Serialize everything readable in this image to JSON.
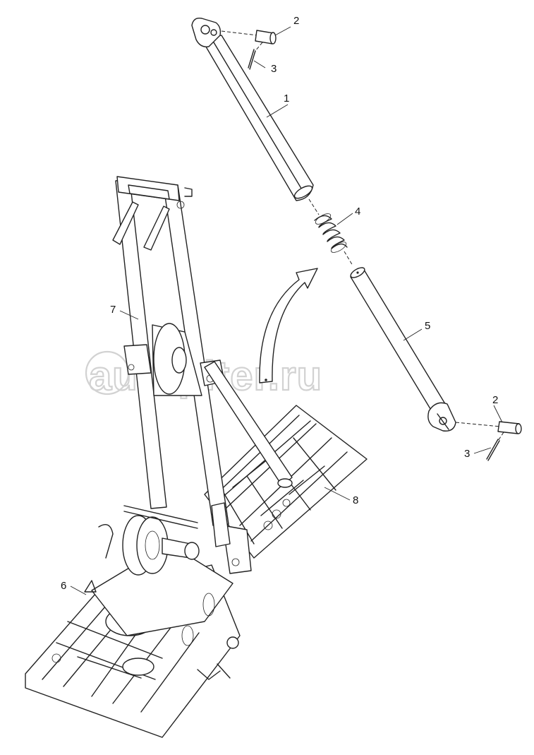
{
  "watermark": {
    "text": "autopiter.ru",
    "color": "#d2d2d2"
  },
  "callouts": [
    {
      "id": "c1",
      "label": "1"
    },
    {
      "id": "c2a",
      "label": "2"
    },
    {
      "id": "c3a",
      "label": "3"
    },
    {
      "id": "c4",
      "label": "4"
    },
    {
      "id": "c5",
      "label": "5"
    },
    {
      "id": "c2b",
      "label": "2"
    },
    {
      "id": "c3b",
      "label": "3"
    },
    {
      "id": "c6",
      "label": "6"
    },
    {
      "id": "c7",
      "label": "7"
    },
    {
      "id": "c8",
      "label": "8"
    }
  ],
  "colors": {
    "line": "#222222",
    "background": "#ffffff"
  }
}
